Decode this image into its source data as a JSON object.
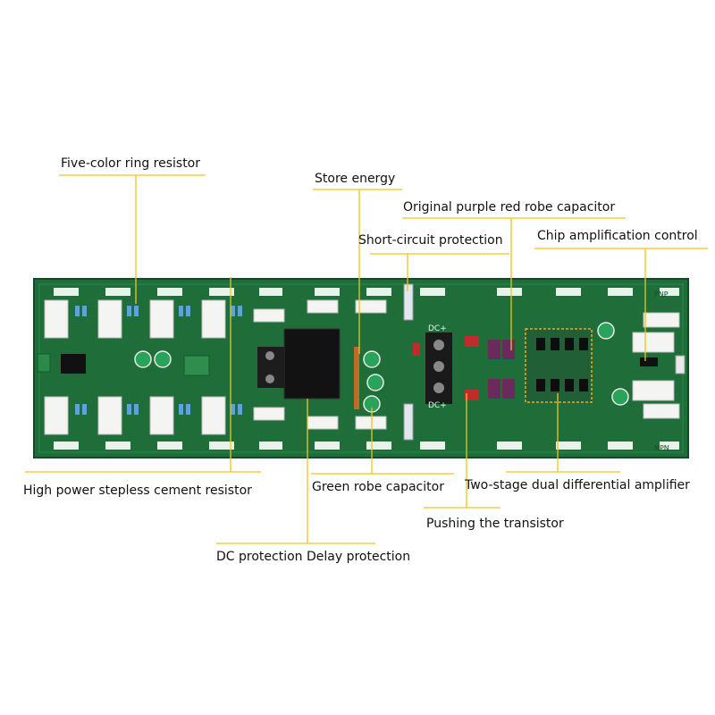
{
  "labels": {
    "five_color_ring_resistor": "Five-color ring resistor",
    "store_energy": "Store energy",
    "purple_red_capacitor": "Original purple red robe capacitor",
    "short_circuit_protection": "Short-circuit protection",
    "chip_amplification_control": "Chip amplification control",
    "cement_resistor": "High power stepless cement resistor",
    "green_robe_capacitor": "Green robe capacitor",
    "dual_differential_amplifier": "Two-stage dual differential amplifier",
    "pushing_transistor": "Pushing the transistor",
    "dc_delay_protection": "DC protection Delay protection"
  },
  "board_marks": {
    "dc_plus_top": "DC+",
    "dc_plus_bottom": "DC+",
    "npn": "NPN",
    "pnp": "PNP"
  },
  "colors": {
    "pcb": "#1f6e3a",
    "pcb_dark": "#17542c",
    "leader": "#f0c419",
    "highlight": "#f5a623"
  }
}
